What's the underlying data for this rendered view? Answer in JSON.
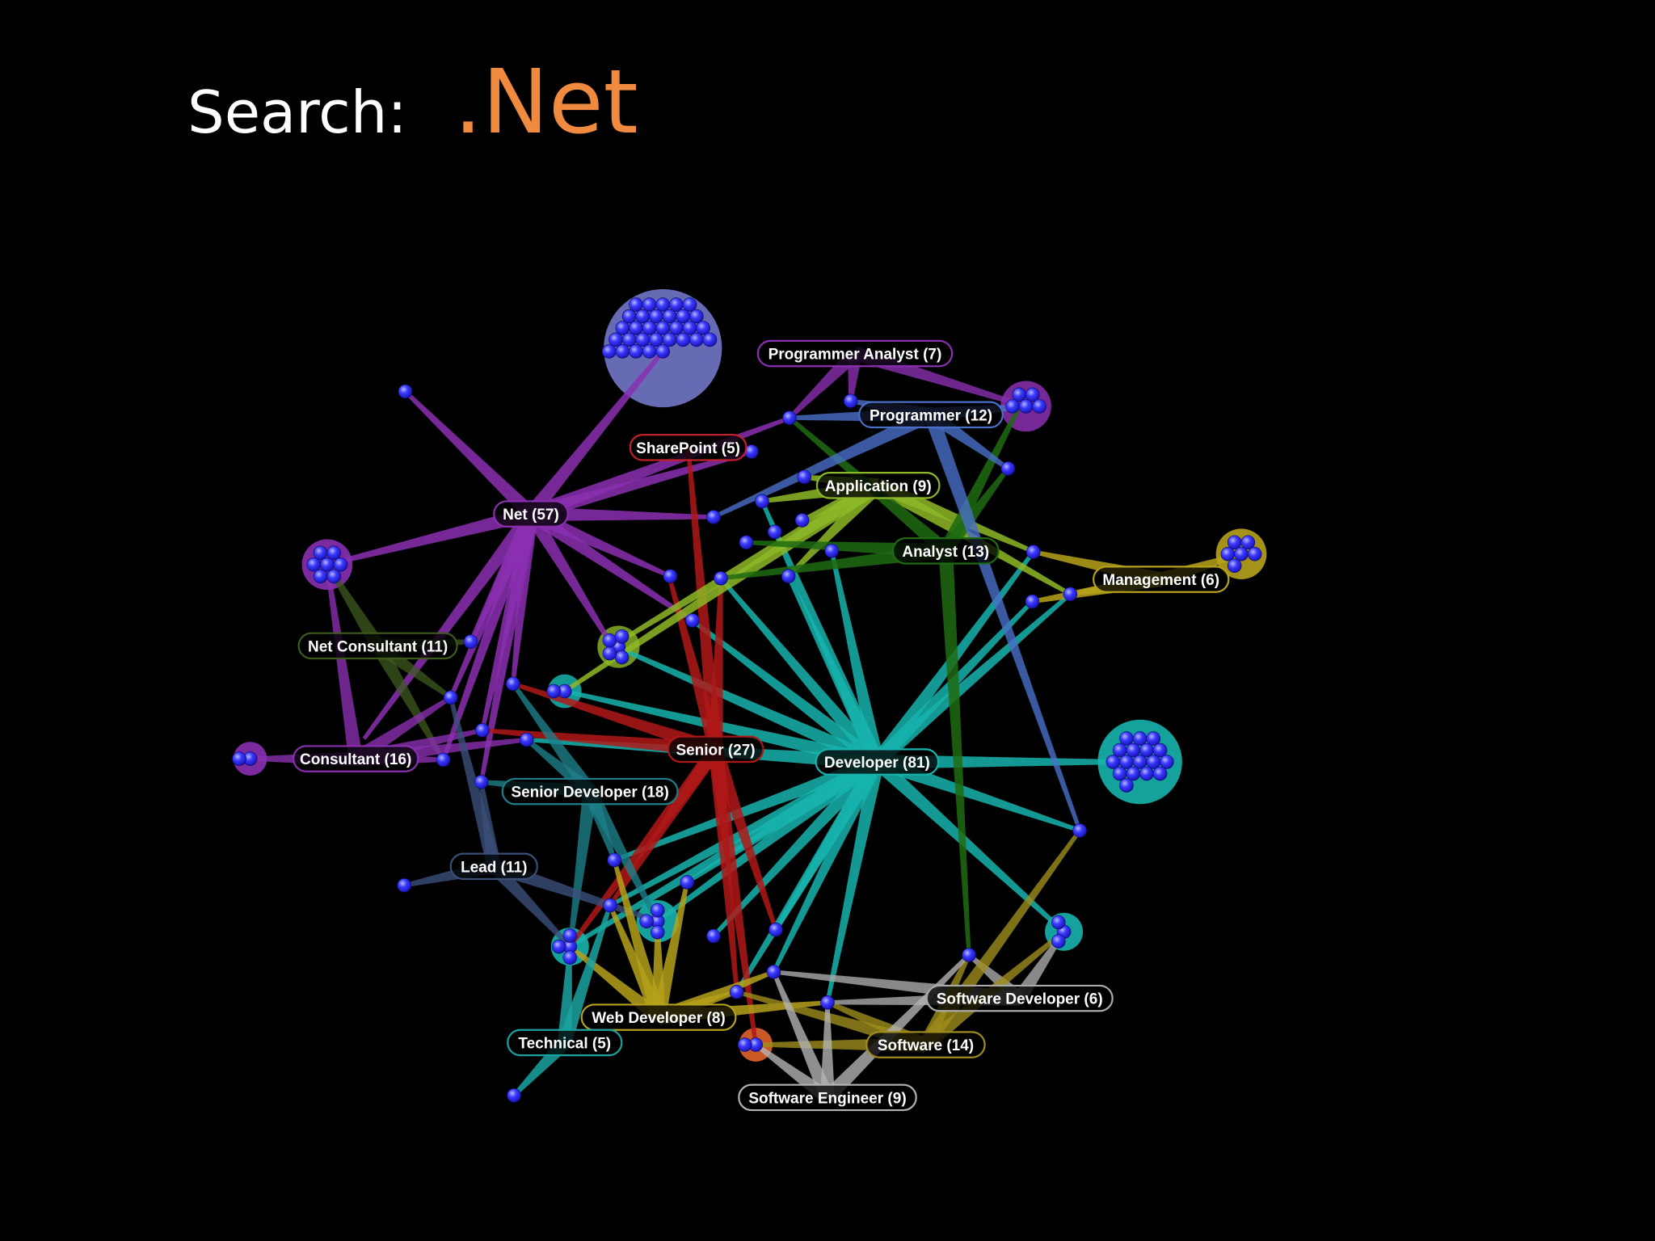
{
  "header": {
    "label": "Search:",
    "query": ".Net",
    "query_color": "#f08a3e"
  },
  "graph": {
    "clusters": [
      {
        "id": "net",
        "label": "Net (57)",
        "color": "#8a2fb0"
      },
      {
        "id": "programmer-analyst",
        "label": "Programmer Analyst (7)",
        "color": "#8a2fb0"
      },
      {
        "id": "programmer",
        "label": "Programmer (12)",
        "color": "#4a6fc8"
      },
      {
        "id": "sharepoint",
        "label": "SharePoint (5)",
        "color": "#c0202a"
      },
      {
        "id": "application",
        "label": "Application (9)",
        "color": "#8db827"
      },
      {
        "id": "analyst",
        "label": "Analyst (13)",
        "color": "#1f6b12"
      },
      {
        "id": "management",
        "label": "Management (6)",
        "color": "#b7a21b"
      },
      {
        "id": "net-consultant",
        "label": "Net Consultant (11)",
        "color": "#3d5b1d"
      },
      {
        "id": "consultant",
        "label": "Consultant (16)",
        "color": "#8a2fb0"
      },
      {
        "id": "senior",
        "label": "Senior (27)",
        "color": "#b01818"
      },
      {
        "id": "developer",
        "label": "Developer (81)",
        "color": "#17b3ad"
      },
      {
        "id": "senior-developer",
        "label": "Senior Developer (18)",
        "color": "#1d7f8a"
      },
      {
        "id": "lead",
        "label": "Lead (11)",
        "color": "#3b4f7a"
      },
      {
        "id": "software-developer",
        "label": "Software Developer (6)",
        "color": "#aaaaaa"
      },
      {
        "id": "web-developer",
        "label": "Web Developer (8)",
        "color": "#b5a11b"
      },
      {
        "id": "software",
        "label": "Software (14)",
        "color": "#9d8c1c"
      },
      {
        "id": "technical",
        "label": "Technical (5)",
        "color": "#1aa3a1"
      },
      {
        "id": "software-engineer",
        "label": "Software Engineer (9)",
        "color": "#b3b3b3"
      }
    ]
  }
}
